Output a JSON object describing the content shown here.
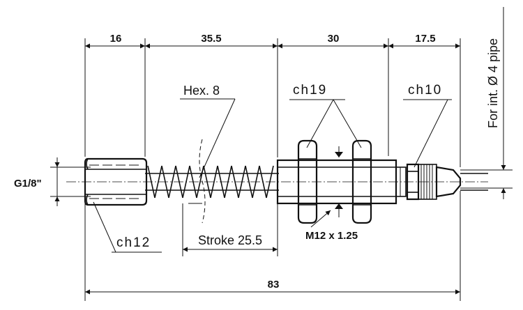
{
  "dimensions": {
    "d16": "16",
    "d35_5": "35.5",
    "d30": "30",
    "d17_5": "17.5",
    "d83": "83",
    "stroke": "Stroke 25.5"
  },
  "labels": {
    "g18": "G1/8\"",
    "hex8": "Hex. 8",
    "ch19": "ch19",
    "ch10": "ch10",
    "ch12": "ch12",
    "thread": "M12 x 1.25",
    "pipe": "For int. Ø 4 pipe"
  }
}
